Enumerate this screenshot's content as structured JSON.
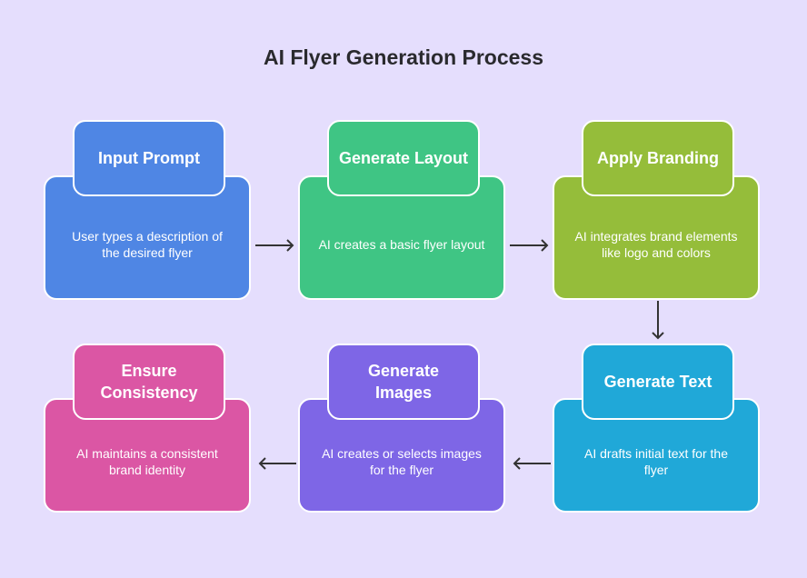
{
  "title": "AI Flyer Generation Process",
  "steps": [
    {
      "title": "Input Prompt",
      "description": "User types a description of the desired flyer",
      "color": "#4f86e4"
    },
    {
      "title": "Generate Layout",
      "description": "AI creates a basic flyer layout",
      "color": "#3fc584"
    },
    {
      "title": "Apply Branding",
      "description": "AI integrates brand elements like logo and colors",
      "color": "#95bd3a"
    },
    {
      "title": "Generate Text",
      "description": "AI drafts initial text for the flyer",
      "color": "#20a8d8"
    },
    {
      "title": "Generate Images",
      "description": "AI creates or selects images for the flyer",
      "color": "#7e66e6"
    },
    {
      "title": "Ensure Consistency",
      "description": "AI maintains a consistent brand identity",
      "color": "#db56a4"
    }
  ],
  "colors": {
    "background": "#e5defd",
    "arrow": "#333333",
    "title": "#2a2a2e"
  }
}
